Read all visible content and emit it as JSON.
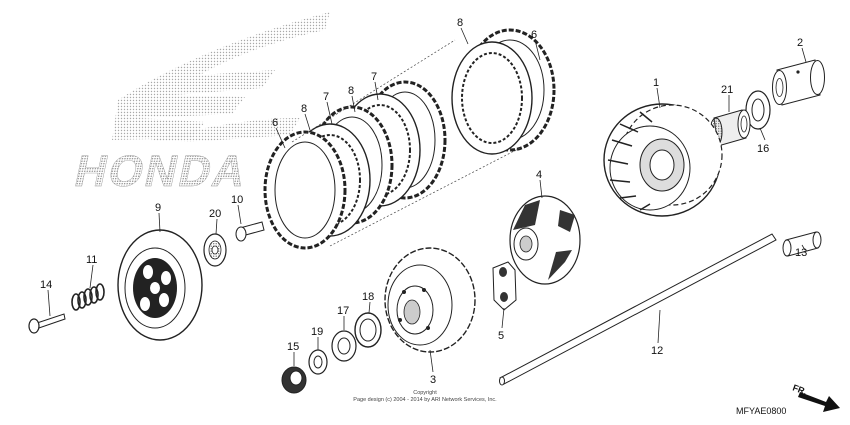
{
  "callouts": [
    {
      "id": "c1",
      "text": "1"
    },
    {
      "id": "c2",
      "text": "2"
    },
    {
      "id": "c3",
      "text": "3"
    },
    {
      "id": "c4",
      "text": "4"
    },
    {
      "id": "c5",
      "text": "5"
    },
    {
      "id": "c6a",
      "text": "6"
    },
    {
      "id": "c6b",
      "text": "6"
    },
    {
      "id": "c7a",
      "text": "7"
    },
    {
      "id": "c7b",
      "text": "7"
    },
    {
      "id": "c8a",
      "text": "8"
    },
    {
      "id": "c8b",
      "text": "8"
    },
    {
      "id": "c8c",
      "text": "8"
    },
    {
      "id": "c9",
      "text": "9"
    },
    {
      "id": "c10",
      "text": "10"
    },
    {
      "id": "c11",
      "text": "11"
    },
    {
      "id": "c12",
      "text": "12"
    },
    {
      "id": "c13",
      "text": "13"
    },
    {
      "id": "c14",
      "text": "14"
    },
    {
      "id": "c15",
      "text": "15"
    },
    {
      "id": "c16",
      "text": "16"
    },
    {
      "id": "c17",
      "text": "17"
    },
    {
      "id": "c18",
      "text": "18"
    },
    {
      "id": "c19",
      "text": "19"
    },
    {
      "id": "c20",
      "text": "20"
    },
    {
      "id": "c21",
      "text": "21"
    }
  ],
  "brand_watermark": "HONDA",
  "copyright": {
    "line1": "Copyright",
    "line2": "Page design (c) 2004 - 2014 by ARI Network Services, Inc."
  },
  "diagram_code": "MFYAE0800",
  "direction_label": "FR."
}
